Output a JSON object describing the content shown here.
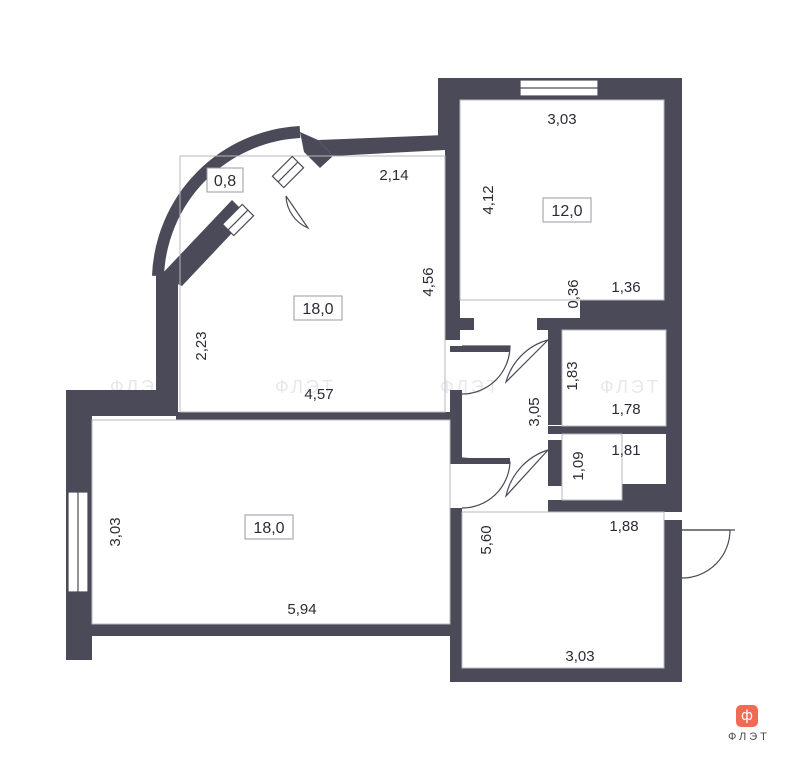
{
  "rooms": [
    {
      "id": "balcony",
      "area": "0.8"
    },
    {
      "id": "room_top_left",
      "area": "18,0"
    },
    {
      "id": "room_top_right",
      "area": "12,0"
    },
    {
      "id": "room_bottom_left",
      "area": "18,0"
    }
  ],
  "balcony_area": "0,8",
  "dimensions": {
    "room_top_right_width": "3,03",
    "room_top_right_height": "4,12",
    "room_top_right_step_w": "1,36",
    "room_top_right_step_h": "0,36",
    "room_top_left_top": "2,14",
    "room_top_left_right": "4,56",
    "room_top_left_left": "2,23",
    "room_top_left_bottom": "4,57",
    "bath_height": "1,83",
    "bath_width": "1,78",
    "corridor_height": "3,05",
    "wc_height": "1,09",
    "wc_width": "1,81",
    "room_bottom_left_height": "3,03",
    "room_bottom_left_width": "5,94",
    "kitchen_height": "5,60",
    "kitchen_top": "1,88",
    "kitchen_bottom": "3,03"
  },
  "watermark": "ФЛЭТ",
  "brand": {
    "name": "ФЛЭТ",
    "icon": "flat-logo-icon",
    "accent": "#f06a55"
  },
  "colors": {
    "wall": "#4a4a58",
    "text": "#2b2b36"
  }
}
